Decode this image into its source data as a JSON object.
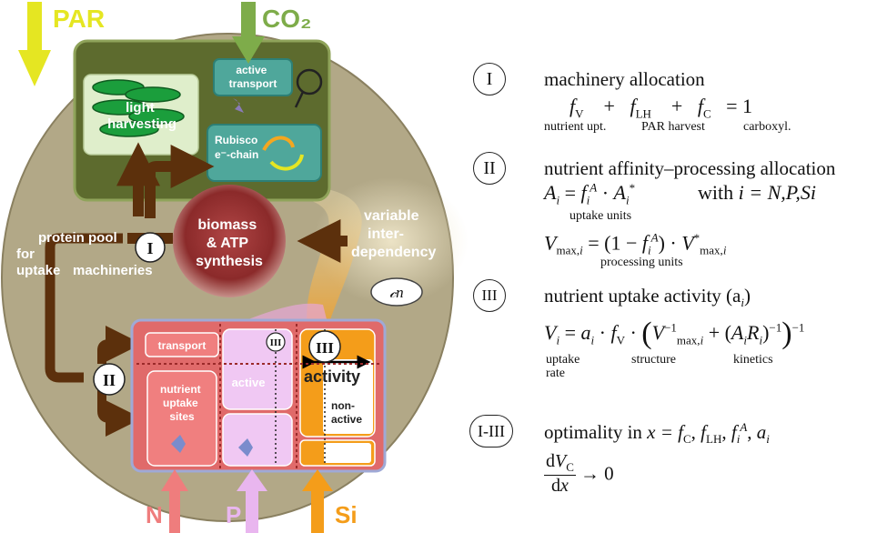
{
  "diagram": {
    "inputs": {
      "par": "PAR",
      "co2": "CO₂",
      "n": "N",
      "p": "P",
      "si": "Si"
    },
    "boxes": {
      "light_harvesting": "light harvesting",
      "active_transport": "active transport",
      "rubisco": "Rubisco",
      "e_chain": "e⁻-chain",
      "biomass": "biomass & ATP synthesis",
      "transport": "transport",
      "nutrient_uptake_sites": "nutrient uptake sites",
      "active": "active",
      "activity": "activity",
      "non_active": "non-active"
    },
    "labels": {
      "protein_pool": "protein pool for uptake machineries",
      "variable": "variable inter-dependency",
      "cn": "𝒸n"
    },
    "markers": {
      "I": "I",
      "II": "II",
      "III": "III"
    },
    "colors": {
      "cell": "#b2a887",
      "cell_edge": "#8a8060",
      "chloro": "#5d6b2e",
      "teal": "#4fa79b",
      "teal_edge": "#2d7f75",
      "light_box": "#dfeecb",
      "leaf": "#1b9e3c",
      "arrow": "#5c300c",
      "biomass": "#8b2a2a",
      "uptake": "#e06a6a",
      "uptake_edge": "#c04040",
      "pink_box": "#f07f7f",
      "lilac": "#f0c8f3",
      "orange": "#f49d1a",
      "par": "#e5e622",
      "co2": "#7eac4a",
      "n_in": "#ef7d7d",
      "p_in": "#e9b6ef",
      "si_in": "#f49d1a"
    }
  },
  "equations": {
    "I": {
      "marker": "I",
      "title": "machinery allocation",
      "sub1": "nutrient upt.",
      "sub2": "PAR harvest",
      "sub3": "carboxyl."
    },
    "II": {
      "marker": "II",
      "title": "nutrient affinity–processing allocation",
      "with": "with",
      "index": "i = N,P,Si",
      "sub1": "uptake units",
      "sub2": "processing units"
    },
    "III": {
      "marker": "III",
      "title": "nutrient uptake activity",
      "title_sym": "(a",
      "sub_uptake": "uptake",
      "sub_rate": "rate",
      "sub_structure": "structure",
      "sub_kinetics": "kinetics"
    },
    "IV": {
      "marker": "I-III",
      "title": "optimality in",
      "vars": "x = f",
      "arrow": "→ 0"
    }
  }
}
